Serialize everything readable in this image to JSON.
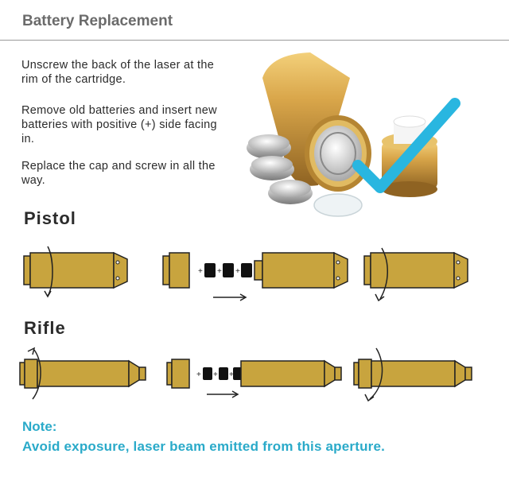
{
  "header": {
    "title": "Battery Replacement"
  },
  "instructions": [
    "Unscrew the back of the laser at the rim of the cartridge.",
    "Remove old batteries and insert new batteries with positive (+) side facing in.",
    "Replace the cap and screw in all the way."
  ],
  "sections": {
    "pistol": "Pistol",
    "rifle": "Rifle"
  },
  "diagram_signs": {
    "plus": "+"
  },
  "note": {
    "label": "Note:",
    "text": "Avoid exposure, laser beam emitted from this aperture."
  },
  "colors": {
    "brass_fill": "#c8a43e",
    "brass_outline": "#222222",
    "accent": "#2aaac9",
    "checkmark": "#29b6e0",
    "header_text": "#6b6b6b"
  }
}
